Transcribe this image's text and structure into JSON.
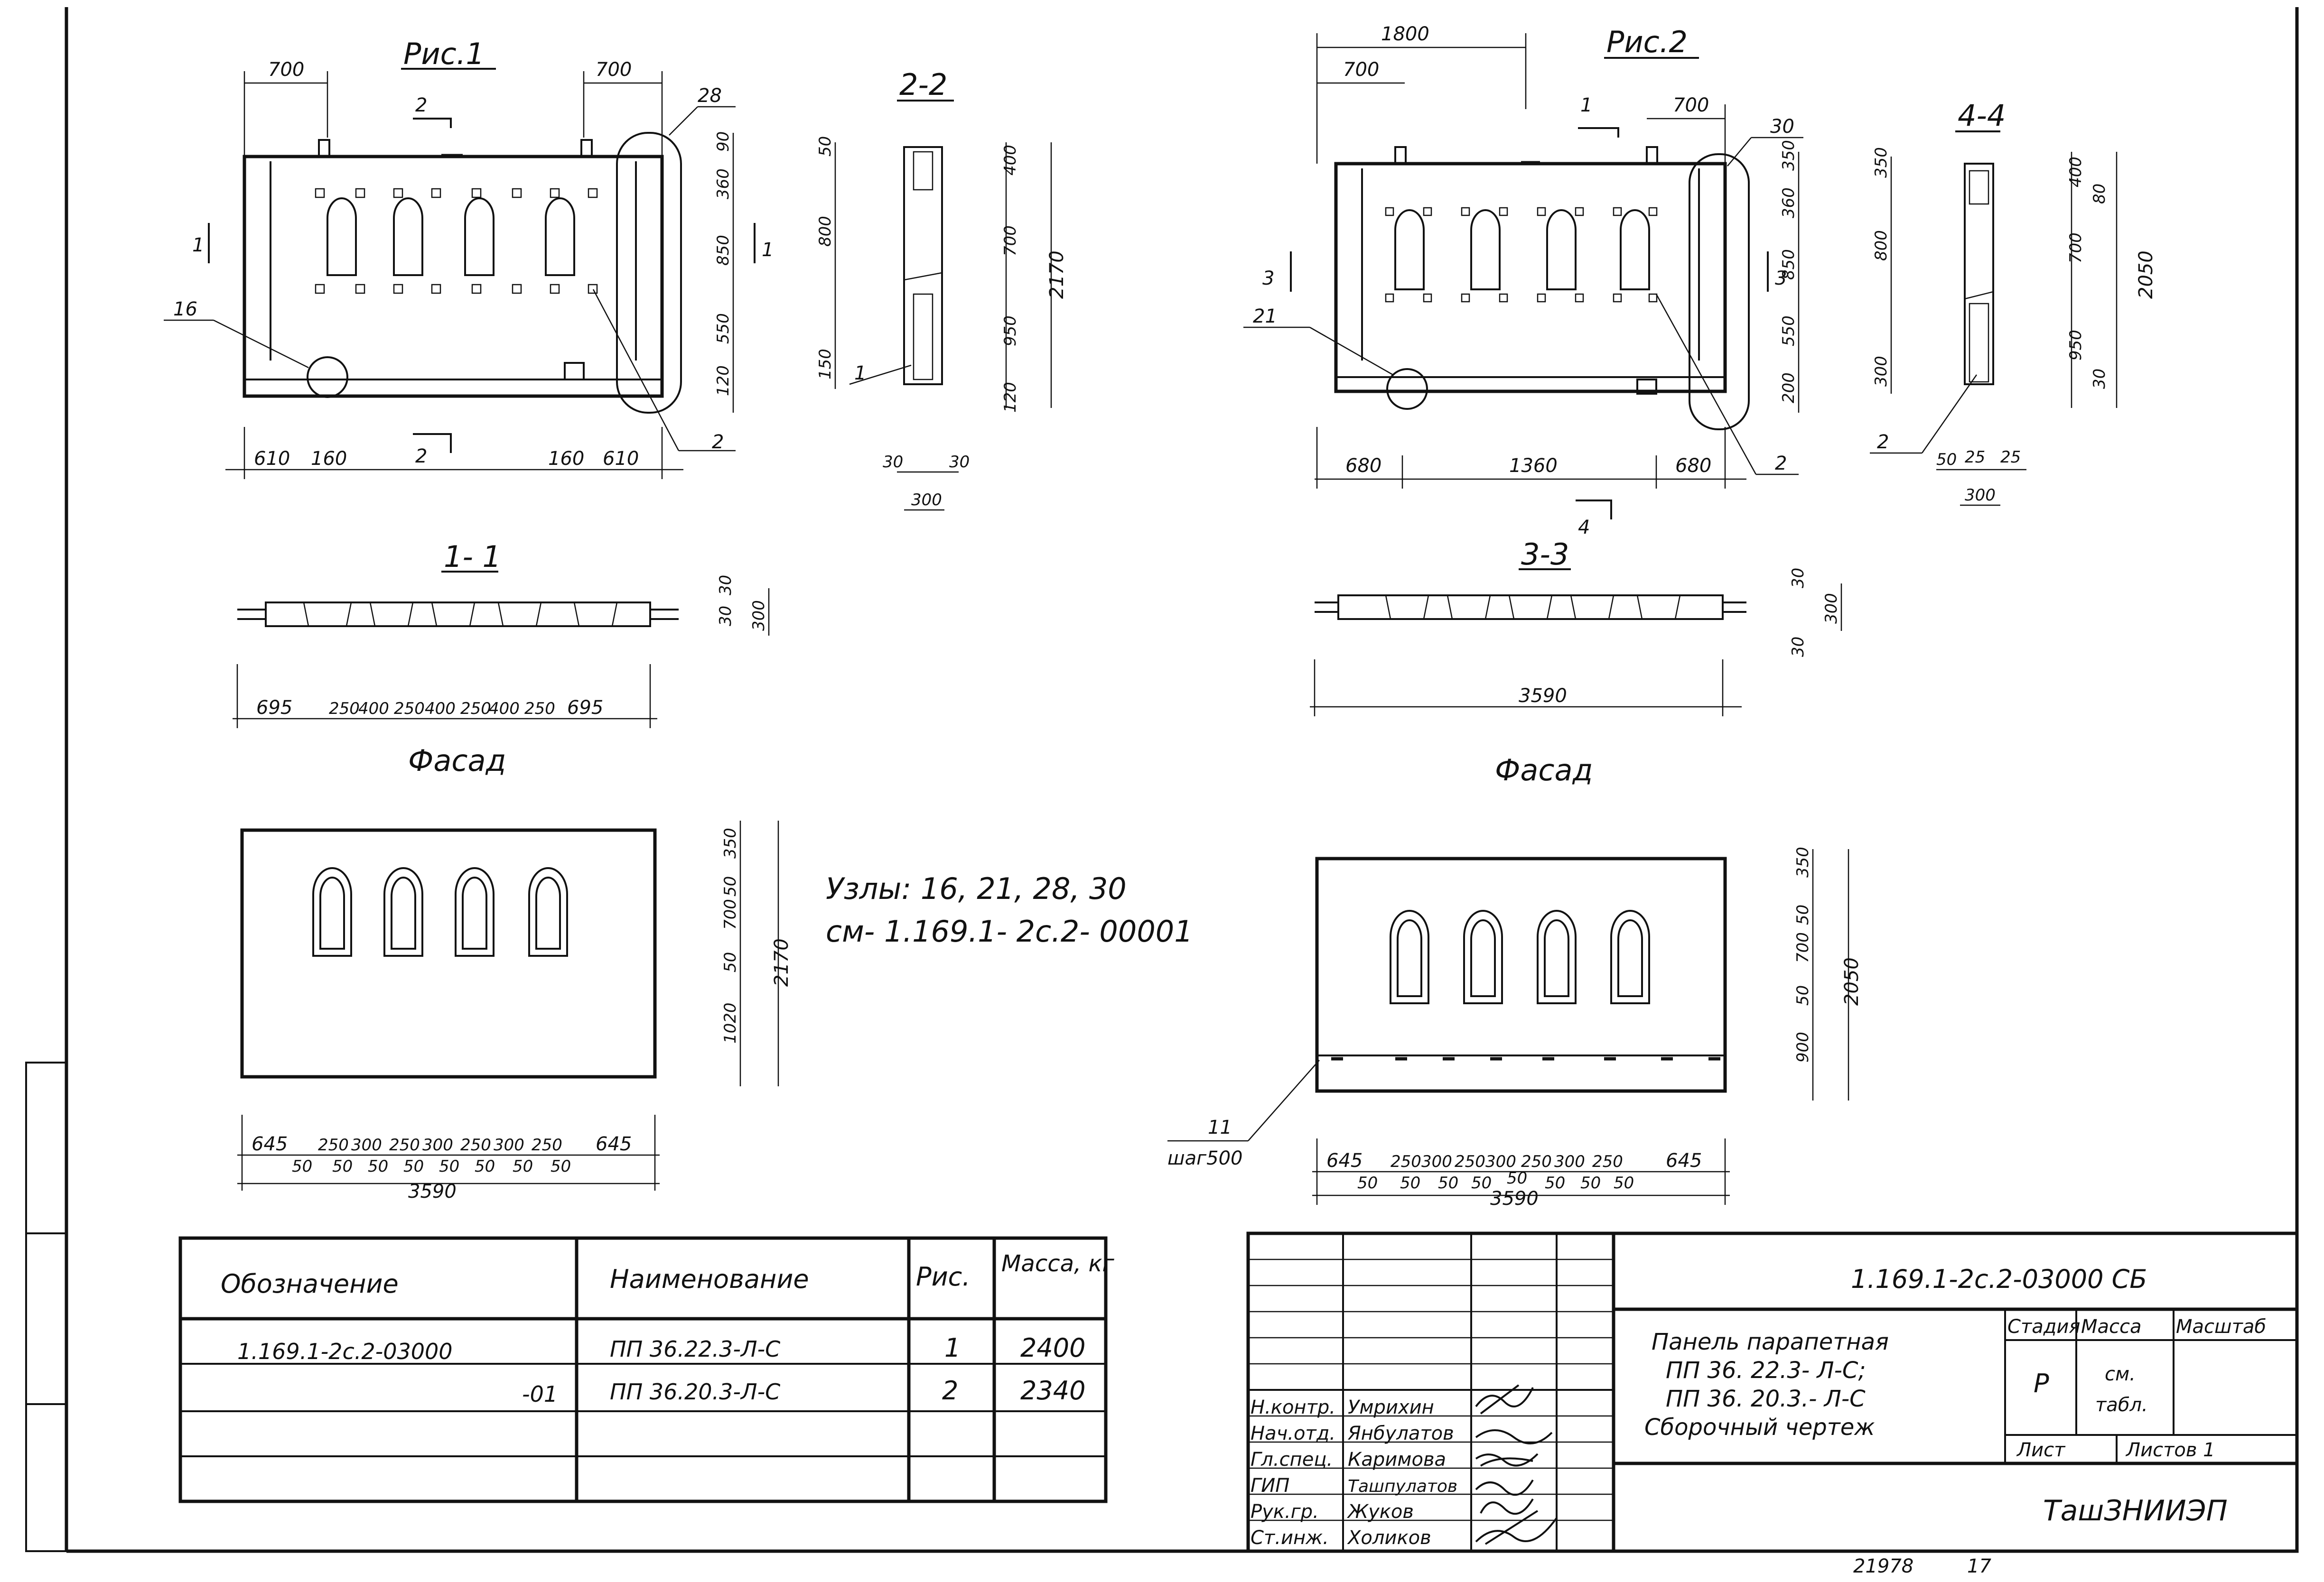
{
  "fig1": {
    "title": "Рис.1",
    "dims_top": [
      "700",
      "700"
    ],
    "section_marks": [
      "2",
      "1",
      "1",
      "2"
    ],
    "dims_right": [
      "90",
      "360",
      "850",
      "550",
      "120"
    ],
    "dims_bottom": [
      "610",
      "160",
      "160",
      "610"
    ],
    "callouts": [
      "28",
      "16",
      "2"
    ]
  },
  "sec22": {
    "title": "2-2",
    "dims_left": [
      "50",
      "800",
      "150"
    ],
    "callout": "1",
    "dims_right": [
      "400",
      "700",
      "950",
      "120"
    ],
    "overall": "2170",
    "dims_bottom": [
      "30",
      "30",
      "300"
    ]
  },
  "fig2": {
    "title": "Рис.2",
    "dims_top": [
      "1800",
      "700",
      "700"
    ],
    "section_marks": [
      "1",
      "3",
      "3",
      "4"
    ],
    "dims_right": [
      "350",
      "360",
      "850",
      "550",
      "200"
    ],
    "dims_bottom": [
      "680",
      "1360",
      "680"
    ],
    "callouts": [
      "30",
      "21",
      "2"
    ]
  },
  "sec44": {
    "title": "4-4",
    "dims_left": [
      "350",
      "800",
      "300"
    ],
    "dims_right": [
      "400",
      "80",
      "700",
      "950",
      "30"
    ],
    "overall": "2050",
    "callout": "2",
    "dims_bottom": [
      "50",
      "25",
      "25",
      "300"
    ]
  },
  "sec11": {
    "title": "1- 1",
    "dims_right": [
      "30",
      "300",
      "30"
    ],
    "dims_bottom": [
      "695",
      "250",
      "400",
      "250",
      "400",
      "250",
      "400",
      "250",
      "695"
    ]
  },
  "sec33": {
    "title": "3-3",
    "dims_right": [
      "30",
      "300",
      "30"
    ],
    "overall": "3590"
  },
  "facade1": {
    "title": "Фасад",
    "dims_right": [
      "350",
      "700",
      "50",
      "50",
      "1020"
    ],
    "overall": "2170",
    "dims_bottom_top": [
      "645",
      "250",
      "300",
      "250",
      "300",
      "250",
      "300",
      "250",
      "645"
    ],
    "dims_bottom_low": [
      "50",
      "50",
      "50",
      "50",
      "50",
      "50",
      "50",
      "50"
    ],
    "overall_bottom": "3590"
  },
  "facade2": {
    "title": "Фасад",
    "dims_right": [
      "350",
      "700",
      "50",
      "50",
      "900"
    ],
    "overall": "2050",
    "callout": "11",
    "callout_note": "шаг500",
    "dims_bottom_top": [
      "645",
      "250",
      "300",
      "250",
      "300",
      "250",
      "300",
      "250",
      "645"
    ],
    "dims_bottom_low": [
      "50",
      "50",
      "50",
      "50",
      "50",
      "50",
      "50",
      "50"
    ],
    "overall_bottom": "3590"
  },
  "nodes_note": {
    "line1": "Узлы: 16, 21, 28, 30",
    "line2": "см- 1.169.1- 2с.2- 00001"
  },
  "spec_table": {
    "headers": [
      "Обозначение",
      "Наименование",
      "Рис.",
      "Масса, кг"
    ],
    "rows": [
      [
        "1.169.1-2с.2-03000",
        "ПП 36.22.3-Л-С",
        "1",
        "2400"
      ],
      [
        "-01",
        "ПП 36.20.3-Л-С",
        "2",
        "2340"
      ]
    ]
  },
  "stamp": {
    "doc_code": "1.169.1-2с.2-03000 СБ",
    "roles": [
      "Н.контр.",
      "Нач.отд.",
      "Гл.спец.",
      "ГИП",
      "Рук.гр.",
      "Ст.инж."
    ],
    "names": [
      "Умрихин",
      "Янбулатов",
      "Каримова",
      "Ташпулатов",
      "Жуков",
      "Холиков"
    ],
    "title_lines": [
      "Панель парапетная",
      "ПП 36. 22.3- Л-С;",
      "ПП 36. 20.3.- Л-С",
      "Сборочный чертеж"
    ],
    "stage_header": "Стадия",
    "mass_header": "Масса",
    "scale_header": "Масштаб",
    "stage_value": "Р",
    "mass_value_1": "см.",
    "mass_value_2": "табл.",
    "sheet_label": "Лист",
    "sheets_label": "Листов 1",
    "org": "ТашЗНИИЭП"
  },
  "footer": {
    "inv": "21978",
    "page": "17"
  }
}
